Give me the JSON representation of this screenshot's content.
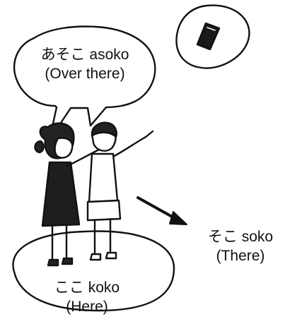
{
  "colors": {
    "ink": "#111111",
    "paper": "#ffffff"
  },
  "labels": {
    "asoko": {
      "term": "あそこ asoko",
      "meaning": "(Over there)"
    },
    "soko": {
      "term": "そこ soko",
      "meaning": "(There)"
    },
    "koko": {
      "term": "ここ koko",
      "meaning": "(Here)"
    }
  },
  "icons": {
    "distant_object": "phone-icon",
    "direction": "arrow-right-down-icon"
  }
}
